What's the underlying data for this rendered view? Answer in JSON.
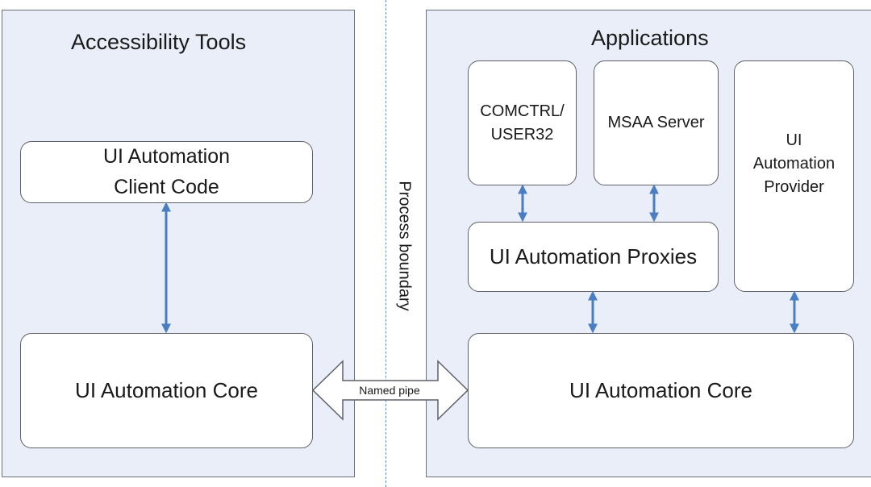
{
  "left_panel": {
    "title": "Accessibility Tools"
  },
  "right_panel": {
    "title": "Applications"
  },
  "client_code": {
    "line1": "UI Automation",
    "line2": "Client Code"
  },
  "core_left": {
    "label": "UI Automation Core"
  },
  "comctrl": {
    "line1": "COMCTRL/",
    "line2": "USER32"
  },
  "msaa": {
    "label": "MSAA Server"
  },
  "provider": {
    "line1": "UI",
    "line2": "Automation",
    "line3": "Provider"
  },
  "proxies": {
    "label": "UI Automation Proxies"
  },
  "core_right": {
    "label": "UI Automation Core"
  },
  "process_boundary": {
    "label": "Process boundary"
  },
  "named_pipe": {
    "label": "Named pipe"
  },
  "colors": {
    "panel_fill": "#e9eef8",
    "arrow": "#4a7ec2",
    "boundary": "#6d8fbf"
  }
}
